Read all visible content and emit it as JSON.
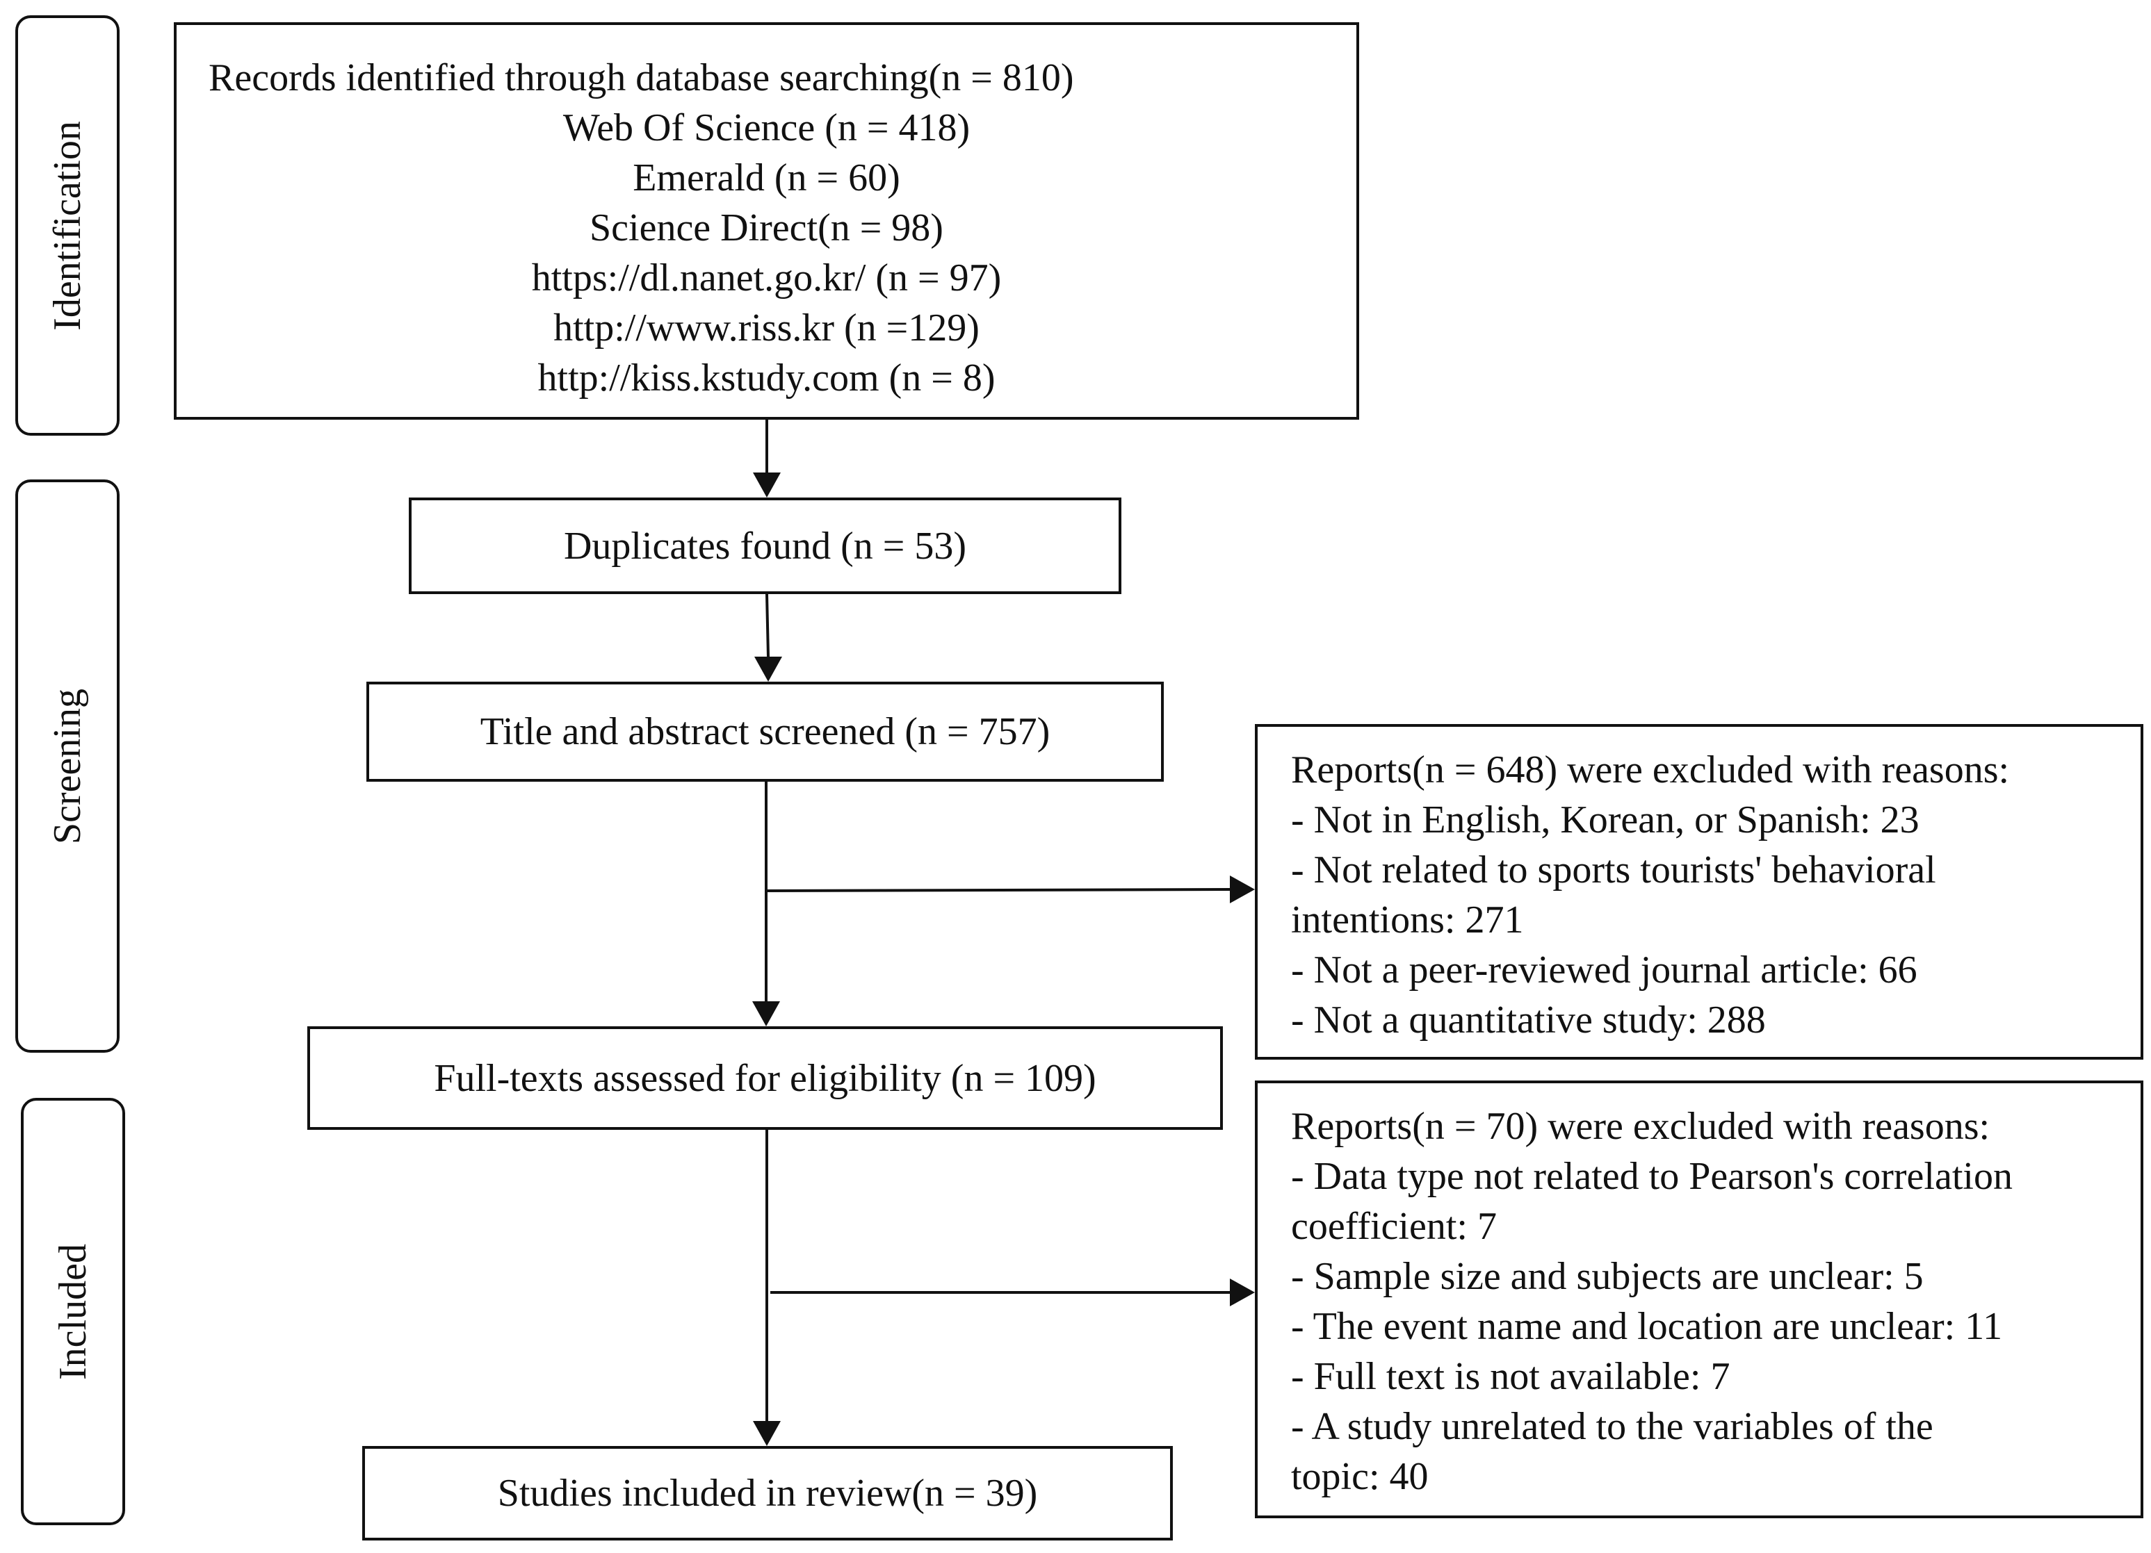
{
  "phases": {
    "identification": "Identification",
    "screening": "Screening",
    "included": "Included"
  },
  "records": {
    "title": "Records identified through database searching(n = 810)",
    "sources": [
      "Web Of Science (n = 418)",
      "Emerald (n = 60)",
      "Science Direct(n = 98)",
      "https://dl.nanet.go.kr/ (n = 97)",
      "http://www.riss.kr (n =129)",
      "http://kiss.kstudy.com (n = 8)"
    ]
  },
  "duplicates": "Duplicates found (n = 53)",
  "screened": "Title and abstract screened (n = 757)",
  "fulltexts": "Full-texts assessed for eligibility (n = 109)",
  "included": "Studies included in review(n = 39)",
  "exclusion1": {
    "lines": [
      "Reports(n = 648) were excluded with reasons:",
      "- Not in English, Korean, or Spanish: 23",
      "- Not related to sports tourists' behavioral",
      "intentions: 271",
      "- Not a peer-reviewed journal article: 66",
      "- Not a quantitative study: 288"
    ]
  },
  "exclusion2": {
    "lines": [
      "Reports(n = 70) were excluded with reasons:",
      "- Data type not related to Pearson's correlation",
      "coefficient: 7",
      "- Sample size and subjects are unclear: 5",
      "- The event name and location are unclear: 11",
      "- Full text is not available: 7",
      "- A study unrelated to the variables of the",
      "topic: 40"
    ]
  }
}
